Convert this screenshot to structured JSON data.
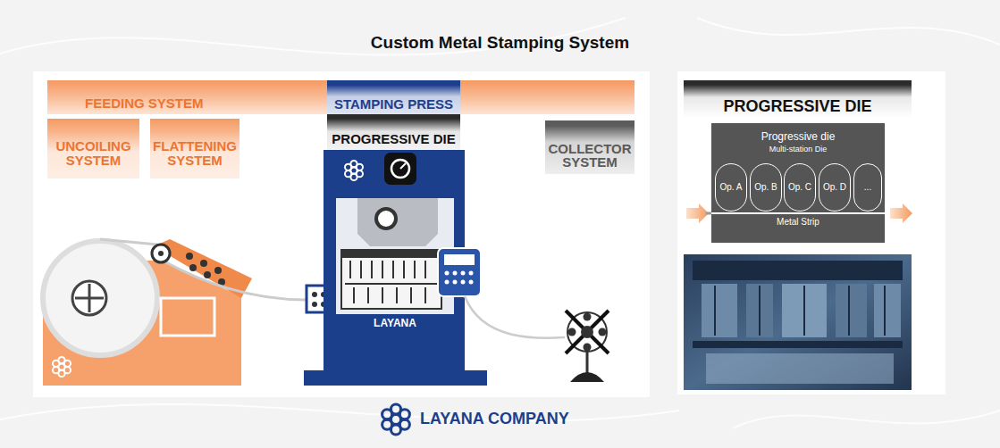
{
  "diagram": {
    "title": "Custom Metal Stamping System",
    "nodes": [
      {
        "text": [
          "FEEDING SYSTEM"
        ]
      },
      {
        "text": [
          "UNCOILING SYSTEM"
        ]
      },
      {
        "text": [
          "FLATTENING SYSTEM"
        ]
      },
      {
        "text": [
          "STAMPING PRESS"
        ]
      },
      {
        "text": [
          "PROGRESSIVE DIE"
        ]
      },
      {
        "text": [
          "COLLECTOR SYSTEM"
        ]
      },
      {
        "text": [
          "PROGRESSIVE DIE"
        ]
      },
      {
        "text": [
          "Progressive die",
          "Multi-station Die"
        ]
      },
      {
        "text": [
          "Op. A"
        ],
        "in": 7
      },
      {
        "text": [
          "Op. B"
        ],
        "in": 7
      },
      {
        "text": [
          "Op. C"
        ],
        "in": 7
      },
      {
        "text": [
          "Op. D"
        ],
        "in": 7
      },
      {
        "text": [
          "..."
        ],
        "in": 7
      }
    ],
    "labels": [
      "LAYANA",
      "Metal Strip",
      "LAYANA COMPANY"
    ]
  }
}
